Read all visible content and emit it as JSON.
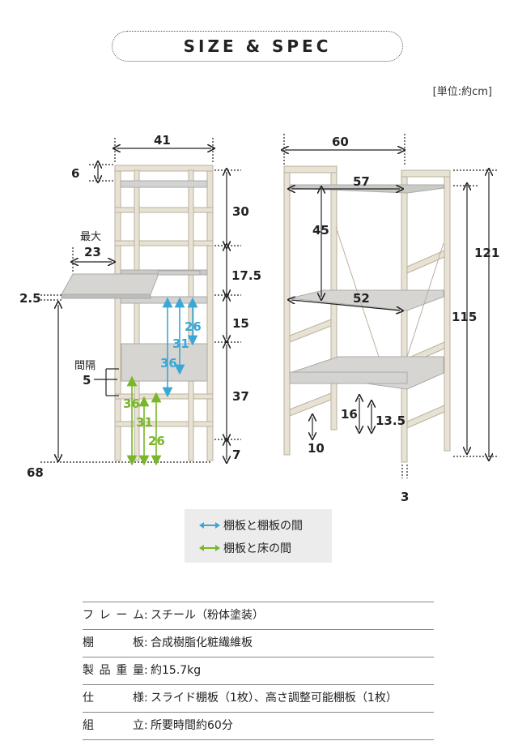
{
  "header": {
    "title": "SIZE & SPEC",
    "unit": "[単位:約cm]"
  },
  "colors": {
    "frame": "#e8e2d4",
    "frame_stroke": "#b9b09e",
    "board": "#d3d3d1",
    "blue": "#3aa7d6",
    "green": "#7ab62a",
    "dark": "#222222"
  },
  "side_view": {
    "width": "41",
    "top_gap": "6",
    "h1": "30",
    "h2": "17.5",
    "h3": "15",
    "h4": "37",
    "h5": "7",
    "slide_label": "最大",
    "slide_depth": "23",
    "slide_thick": "2.5",
    "floor_height": "68",
    "gap_label": "間隔",
    "gap_value": "5",
    "blue_marks": [
      "26",
      "31",
      "36"
    ],
    "green_marks": [
      "36",
      "31",
      "26"
    ]
  },
  "front_view": {
    "width": "60",
    "inner_width": "57",
    "shelf_width": "52",
    "h_top": "45",
    "total_h": "121",
    "frame_h": "115",
    "h_bottom_a": "16",
    "h_bottom_b": "13.5",
    "foot_a": "10",
    "foot_b": "3"
  },
  "legend": {
    "blue_label": "棚板と棚板の間",
    "green_label": "棚板と床の間"
  },
  "spec": [
    {
      "label": [
        "フ",
        "レ",
        "ー",
        "ム"
      ],
      "value": "スチール（粉体塗装）"
    },
    {
      "label": [
        "棚",
        "板"
      ],
      "value": "合成樹脂化粧繊維板"
    },
    {
      "label": [
        "製",
        "品",
        "重",
        "量"
      ],
      "value": "約15.7kg"
    },
    {
      "label": [
        "仕",
        "様"
      ],
      "value": "スライド棚板（1枚）、高さ調整可能棚板（1枚）"
    },
    {
      "label": [
        "組",
        "立"
      ],
      "value": "所要時間約60分"
    }
  ],
  "spec_sep": ":"
}
